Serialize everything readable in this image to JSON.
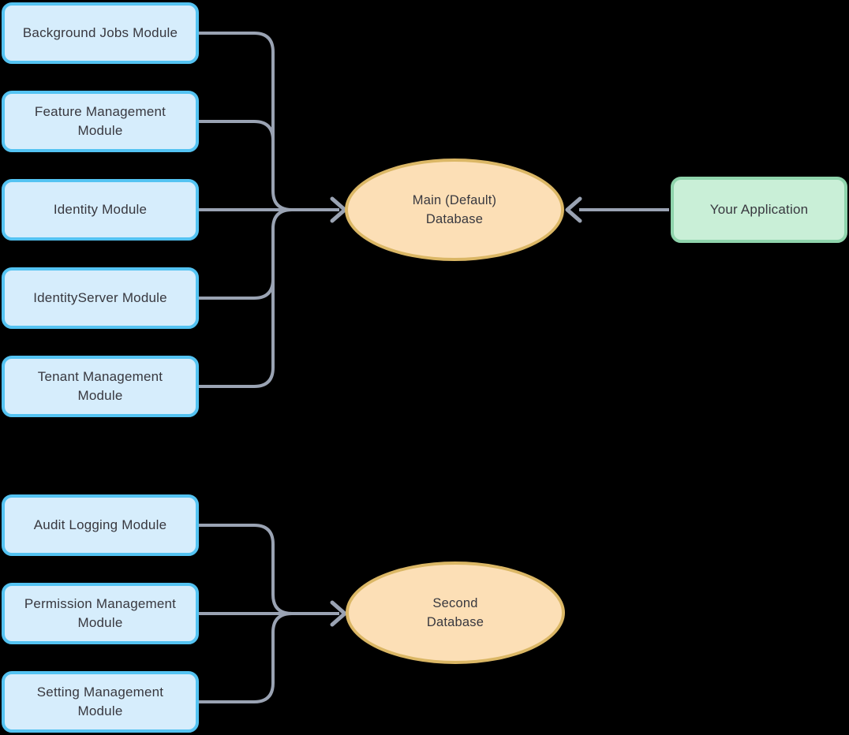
{
  "diagram": {
    "title_hint": "ABP modules to databases mapping diagram",
    "groups": [
      {
        "name": "main-database-group",
        "modules": [
          "Background Jobs Module",
          "Feature Management Module",
          "Identity Module",
          "IdentityServer Module",
          "Tenant Management Module"
        ],
        "database_label": "Main (Default)\nDatabase"
      },
      {
        "name": "second-database-group",
        "modules": [
          "Audit Logging Module",
          "Permission Management Module",
          "Setting Management Module"
        ],
        "database_label": "Second\nDatabase"
      }
    ],
    "application_label": "Your Application",
    "colors": {
      "background": "#000000",
      "module_fill": "#d6edfc",
      "module_border": "#54c3f2",
      "database_fill": "#fcdfb6",
      "database_border": "#dbb765",
      "application_fill": "#c9efd7",
      "application_border": "#8fd4ac",
      "connector": "#9aa3b3",
      "text": "#38383f"
    }
  }
}
